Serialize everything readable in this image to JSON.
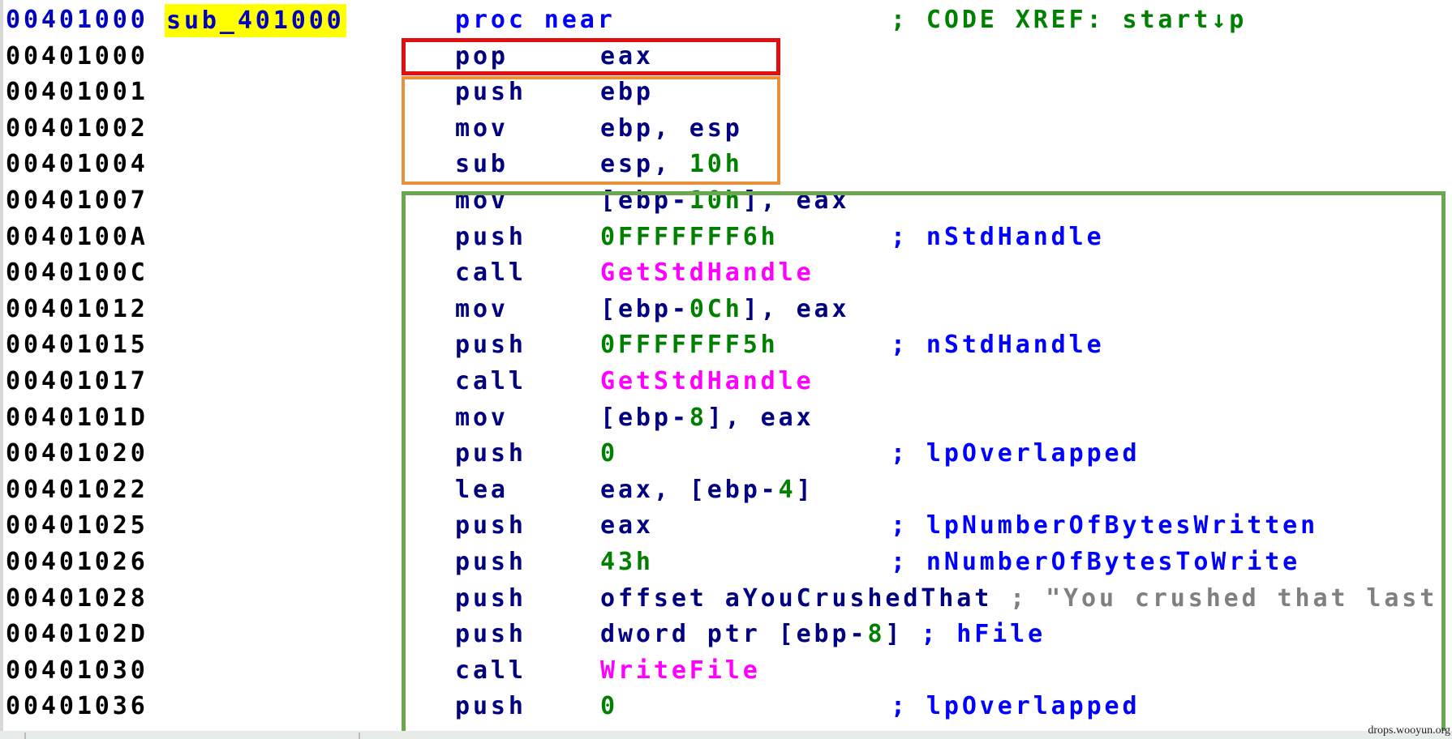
{
  "function_label": "sub_401000",
  "rows": [
    {
      "addr": "00401000",
      "mnem": "proc near",
      "ops": [],
      "comment": [
        [
          "; CODE XREF: start",
          "xref"
        ],
        [
          "↓p",
          "xref"
        ]
      ]
    },
    {
      "addr": "00401000",
      "mnem": "pop",
      "ops": [
        [
          "eax",
          "reg"
        ]
      ],
      "comment": []
    },
    {
      "addr": "00401001",
      "mnem": "push",
      "ops": [
        [
          "ebp",
          "reg"
        ]
      ],
      "comment": []
    },
    {
      "addr": "00401002",
      "mnem": "mov",
      "ops": [
        [
          "ebp, esp",
          "reg"
        ]
      ],
      "comment": []
    },
    {
      "addr": "00401004",
      "mnem": "sub",
      "ops": [
        [
          "esp, ",
          "reg"
        ],
        [
          "10h",
          "num"
        ]
      ],
      "comment": []
    },
    {
      "addr": "00401007",
      "mnem": "mov",
      "ops": [
        [
          "[ebp-",
          "reg"
        ],
        [
          "10h",
          "num"
        ],
        [
          "], eax",
          "reg"
        ]
      ],
      "comment": []
    },
    {
      "addr": "0040100A",
      "mnem": "push",
      "ops": [
        [
          "0FFFFFFF6h",
          "num"
        ]
      ],
      "comment": [
        [
          "; nStdHandle",
          "cmtx"
        ]
      ]
    },
    {
      "addr": "0040100C",
      "mnem": "call",
      "ops": [
        [
          "GetStdHandle",
          "fn"
        ]
      ],
      "comment": []
    },
    {
      "addr": "00401012",
      "mnem": "mov",
      "ops": [
        [
          "[ebp-",
          "reg"
        ],
        [
          "0Ch",
          "num"
        ],
        [
          "], eax",
          "reg"
        ]
      ],
      "comment": []
    },
    {
      "addr": "00401015",
      "mnem": "push",
      "ops": [
        [
          "0FFFFFFF5h",
          "num"
        ]
      ],
      "comment": [
        [
          "; nStdHandle",
          "cmtx"
        ]
      ]
    },
    {
      "addr": "00401017",
      "mnem": "call",
      "ops": [
        [
          "GetStdHandle",
          "fn"
        ]
      ],
      "comment": []
    },
    {
      "addr": "0040101D",
      "mnem": "mov",
      "ops": [
        [
          "[ebp-",
          "reg"
        ],
        [
          "8",
          "num"
        ],
        [
          "], eax",
          "reg"
        ]
      ],
      "comment": []
    },
    {
      "addr": "00401020",
      "mnem": "push",
      "ops": [
        [
          "0",
          "num"
        ]
      ],
      "comment": [
        [
          "; lpOverlapped",
          "cmtx"
        ]
      ]
    },
    {
      "addr": "00401022",
      "mnem": "lea",
      "ops": [
        [
          "eax, [ebp-",
          "reg"
        ],
        [
          "4",
          "num"
        ],
        [
          "]",
          "reg"
        ]
      ],
      "comment": []
    },
    {
      "addr": "00401025",
      "mnem": "push",
      "ops": [
        [
          "eax",
          "reg"
        ]
      ],
      "comment": [
        [
          "; lpNumberOfBytesWritten",
          "cmtx"
        ]
      ]
    },
    {
      "addr": "00401026",
      "mnem": "push",
      "ops": [
        [
          "43h",
          "num"
        ]
      ],
      "comment": [
        [
          "; nNumberOfBytesToWrite",
          "cmtx"
        ]
      ]
    },
    {
      "addr": "00401028",
      "mnem": "push",
      "ops": [
        [
          "offset aYouCrushedThat ",
          "reg"
        ],
        [
          "; ",
          "str"
        ],
        [
          "\"You crushed that last",
          "str"
        ]
      ],
      "comment": []
    },
    {
      "addr": "0040102D",
      "mnem": "push",
      "ops": [
        [
          "dword ptr [ebp-",
          "reg"
        ],
        [
          "8",
          "num"
        ],
        [
          "] ",
          "reg"
        ],
        [
          "; hFile",
          "cmtx"
        ]
      ],
      "comment": []
    },
    {
      "addr": "00401030",
      "mnem": "call",
      "ops": [
        [
          "WriteFile",
          "fn"
        ]
      ],
      "comment": []
    },
    {
      "addr": "00401036",
      "mnem": "push",
      "ops": [
        [
          "0",
          "num"
        ]
      ],
      "comment": [
        [
          "; lpOverlapped",
          "cmtx"
        ]
      ]
    }
  ],
  "highlight_colors": {
    "pop_box": "#e01010",
    "prologue_box": "#e8903a",
    "body_box": "#6aa84f",
    "label_bg": "#ffff00"
  },
  "watermark": "drops.wooyun.org"
}
